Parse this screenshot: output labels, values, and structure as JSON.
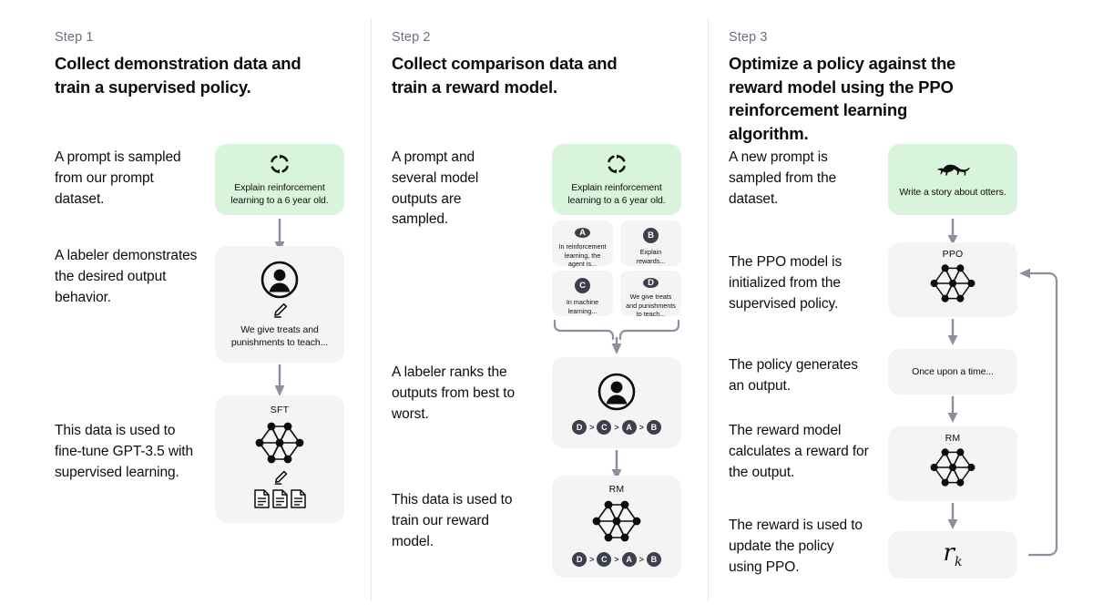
{
  "diagram": {
    "title": "RLHF three-step training diagram",
    "accent_green": "#d8f5dc",
    "box_gray": "#f4f4f4",
    "badge_color": "#3d3f4e",
    "arrow_color": "#8e8ea0",
    "divider_color": "#e8e8e8"
  },
  "steps": [
    {
      "label": "Step 1",
      "title": "Collect demonstration data and train a supervised policy.",
      "descriptions": [
        "A prompt is sampled from our prompt dataset.",
        "A labeler demonstrates the desired output behavior.",
        "This data is used to fine-tune GPT-3.5 with supervised learning."
      ],
      "boxes": [
        {
          "icon": "sync-icon",
          "text": "Explain reinforcement learning to a 6 year old."
        },
        {
          "icon": "person-circle-icon",
          "text": "We give treats and punishments to teach..."
        },
        {
          "caption": "SFT",
          "icon": "neural-net-icon"
        }
      ]
    },
    {
      "label": "Step 2",
      "title": "Collect comparison data and train a reward model.",
      "descriptions": [
        "A prompt and several model outputs are sampled.",
        "A labeler ranks the outputs from best to worst.",
        "This data is used to train our reward model."
      ],
      "prompt_box": {
        "icon": "sync-icon",
        "text": "Explain reinforcement learning to a 6 year old."
      },
      "options": [
        {
          "badge": "A",
          "text": "In reinforcement learning, the agent is..."
        },
        {
          "badge": "B",
          "text": "Explain rewards..."
        },
        {
          "badge": "C",
          "text": "In machine learning..."
        },
        {
          "badge": "D",
          "text": "We give treats and punishments to teach..."
        }
      ],
      "ranking": [
        "D",
        "C",
        "A",
        "B"
      ],
      "ranking_separator": ">",
      "rm_caption": "RM"
    },
    {
      "label": "Step 3",
      "title": "Optimize a policy against the reward model using the PPO reinforcement learning algorithm.",
      "descriptions": [
        "A new prompt is sampled from the dataset.",
        "The PPO model is initialized from the supervised policy.",
        "The policy generates an output.",
        "The reward model calculates a reward for the output.",
        "The reward is used to update the policy using PPO."
      ],
      "boxes": [
        {
          "icon": "otter-icon",
          "text": "Write a story about otters."
        },
        {
          "caption": "PPO",
          "icon": "neural-net-icon"
        },
        {
          "text": "Once upon a time..."
        },
        {
          "caption": "RM",
          "icon": "neural-net-icon"
        },
        {
          "formula": "r",
          "formula_sub": "k"
        }
      ]
    }
  ]
}
